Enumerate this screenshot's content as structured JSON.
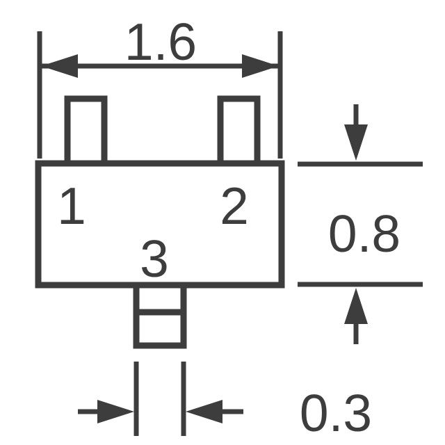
{
  "diagram": {
    "type": "package-outline-dimension-drawing",
    "background_color": "#ffffff",
    "line_color": "#3d3d3d",
    "body": {
      "pin_labels": {
        "pin1": "1",
        "pin2": "2",
        "pin3": "3"
      }
    },
    "dimensions": {
      "body_width": "1.6",
      "body_height": "0.8",
      "lead_width": "0.3"
    }
  }
}
